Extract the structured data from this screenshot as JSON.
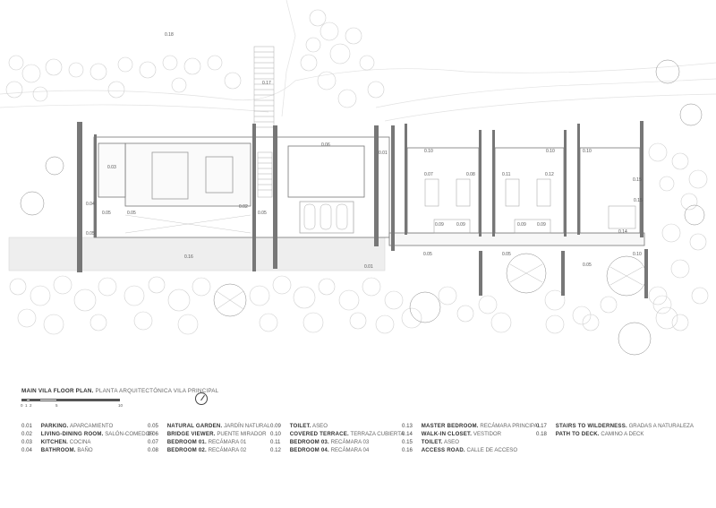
{
  "drawing": {
    "title_en": "MAIN VILA FLOOR PLAN.",
    "title_es": "PLANTA ARQUITECTÓNICA VILA PRINCIPAL",
    "scale_ticks": [
      "0",
      "1",
      "2",
      "5",
      "10"
    ],
    "room_tags": {
      "t01a": "0.01",
      "t01b": "0.01",
      "t02": "0.02",
      "t03": "0.03",
      "t04": "0.04",
      "t05a": "0.05",
      "t05b": "0.05",
      "t05c": "0.05",
      "t05d": "0.05",
      "t05e": "0.05",
      "t05f": "0.05",
      "t05g": "0.05",
      "t06": "0.06",
      "t07": "0.07",
      "t08": "0.08",
      "t09a": "0.09",
      "t09b": "0.09",
      "t09c": "0.09",
      "t09d": "0.09",
      "t10a": "0.10",
      "t10b": "0.10",
      "t10c": "0.10",
      "t10d": "0.10",
      "t11": "0.11",
      "t12": "0.12",
      "t14": "0.14",
      "t15a": "0.15",
      "t15b": "0.15",
      "t16a": "0.16",
      "t17": "0.17",
      "t18": "0.18"
    }
  },
  "legend": {
    "columns": [
      [
        {
          "code": "0.01",
          "en": "PARKING.",
          "es": "APARCAMIENTO"
        },
        {
          "code": "0.02",
          "en": "LIVING-DINING ROOM.",
          "es": "SALÓN-COMEDOR"
        },
        {
          "code": "0.03",
          "en": "KITCHEN.",
          "es": "COCINA"
        },
        {
          "code": "0.04",
          "en": "BATHROOM.",
          "es": "BAÑO"
        }
      ],
      [
        {
          "code": "0.05",
          "en": "NATURAL GARDEN.",
          "es": "JARDÍN NATURAL"
        },
        {
          "code": "0.06",
          "en": "BRIDGE VIEWER.",
          "es": "PUENTE MIRADOR"
        },
        {
          "code": "0.07",
          "en": "BEDROOM 01.",
          "es": "RECÁMARA 01"
        },
        {
          "code": "0.08",
          "en": "BEDROOM 02.",
          "es": "RECÁMARA 02"
        }
      ],
      [
        {
          "code": "0.09",
          "en": "TOILET.",
          "es": "ASEO"
        },
        {
          "code": "0.10",
          "en": "COVERED TERRACE.",
          "es": "TERRAZA CUBIERTA"
        },
        {
          "code": "0.11",
          "en": "BEDROOM 03.",
          "es": "RECÁMARA 03"
        },
        {
          "code": "0.12",
          "en": "BEDROOM 04.",
          "es": "RECÁMARA 04"
        }
      ],
      [
        {
          "code": "0.13",
          "en": "MASTER BEDROOM.",
          "es": "RECÁMARA PRINCIPAL"
        },
        {
          "code": "0.14",
          "en": "WALK-IN CLOSET.",
          "es": "VESTIDOR"
        },
        {
          "code": "0.15",
          "en": "TOILET.",
          "es": "ASEO"
        },
        {
          "code": "0.16",
          "en": "ACCESS ROAD.",
          "es": "CALLE DE ACCESO"
        }
      ],
      [
        {
          "code": "0.17",
          "en": "STAIRS TO WILDERNESS.",
          "es": "GRADAS A NATURALEZA"
        },
        {
          "code": "0.18",
          "en": "PATH TO DECK.",
          "es": "CAMINO A DECK"
        }
      ]
    ]
  }
}
